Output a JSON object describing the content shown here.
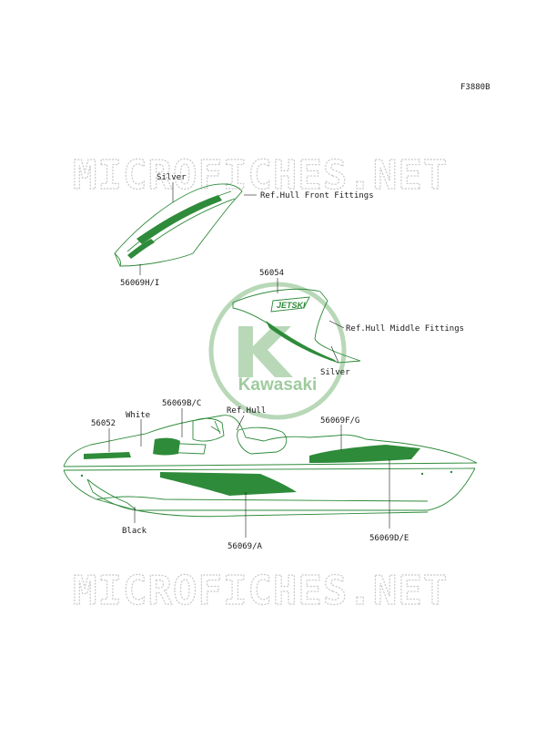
{
  "figure_code": "F3880B",
  "watermark_text": "MICROFICHES.NET",
  "logo": {
    "text": "Kawasaki",
    "color": "#2e8b3a",
    "watermark_color": "#b8d8b8"
  },
  "labels": {
    "silver_top": "Silver",
    "ref_front": "Ref.Hull Front Fittings",
    "part_h_i": "56069H/I",
    "part_56054": "56054",
    "ref_middle": "Ref.Hull Middle Fittings",
    "silver_mid": "Silver",
    "part_b_c": "56069B/C",
    "ref_hull": "Ref.Hull",
    "white": "White",
    "part_56052": "56052",
    "part_f_g": "56069F/G",
    "black": "Black",
    "part_a": "56069/A",
    "part_d_e": "56069D/E"
  },
  "colors": {
    "line_green": "#2e8b3a",
    "watermark_grey": "#c8c8c8",
    "text": "#1a1a1a"
  }
}
